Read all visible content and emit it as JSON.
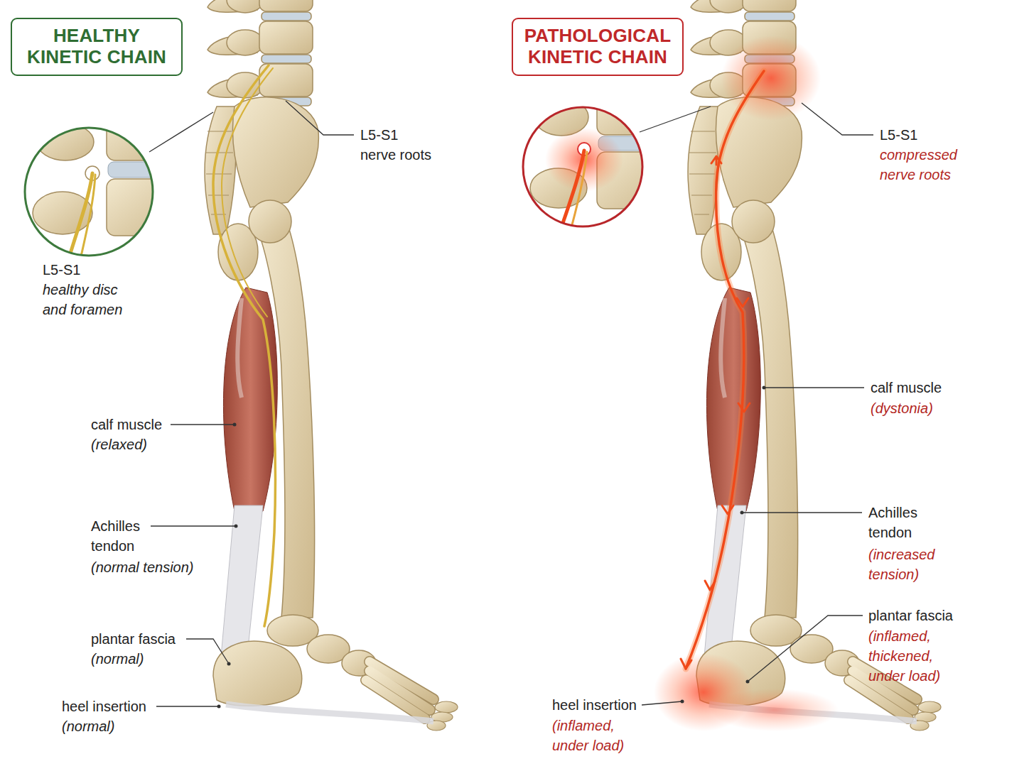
{
  "diagram": {
    "nodes": [
      {
        "text": [
          "HEALTHY KINETIC CHAIN"
        ]
      },
      {
        "text": [
          "PATHOLOGICAL KINETIC CHAIN"
        ]
      }
    ],
    "labels": [
      "L5-S1",
      "nerve roots",
      "L5-S1",
      "healthy disc and foramen",
      "calf muscle",
      "(relaxed)",
      "Achilles tendon",
      "(normal tension)",
      "plantar fascia",
      "(normal)",
      "heel insertion",
      "(normal)",
      "L5-S1",
      "compressed nerve roots",
      "calf muscle",
      "(dystonia)",
      "Achilles tendon",
      "(increased tension)",
      "plantar fascia",
      "(inflamed, thickened, under load)",
      "heel insertion",
      "(inflamed, under load)"
    ]
  }
}
